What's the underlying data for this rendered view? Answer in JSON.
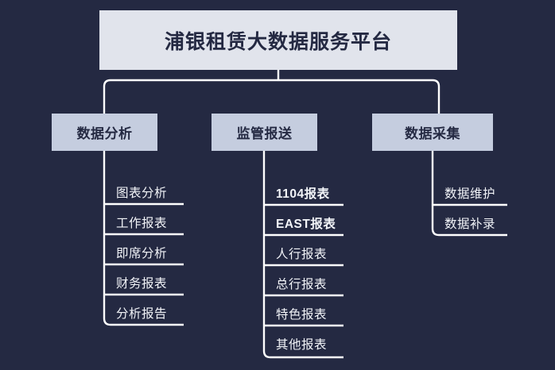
{
  "diagram": {
    "type": "organization-tree",
    "background_color": "#242942",
    "root_box_color": "#E1E4EC",
    "level2_box_color": "#C5CDDF",
    "connector_color": "#ffffff",
    "text_dark_color": "#242942",
    "leaf_text_color": "#F2F4F8",
    "root": {
      "label": "浦银租赁大数据服务平台"
    },
    "branches": [
      {
        "label": "数据分析",
        "leaves": [
          {
            "label": "图表分析",
            "bold": false
          },
          {
            "label": "工作报表",
            "bold": false
          },
          {
            "label": "即席分析",
            "bold": false
          },
          {
            "label": "财务报表",
            "bold": false
          },
          {
            "label": "分析报告",
            "bold": false
          }
        ]
      },
      {
        "label": "监管报送",
        "leaves": [
          {
            "label": "1104报表",
            "bold": true
          },
          {
            "label": "EAST报表",
            "bold": true
          },
          {
            "label": "人行报表",
            "bold": false
          },
          {
            "label": "总行报表",
            "bold": false
          },
          {
            "label": "特色报表",
            "bold": false
          },
          {
            "label": "其他报表",
            "bold": false
          }
        ]
      },
      {
        "label": "数据采集",
        "leaves": [
          {
            "label": "数据维护",
            "bold": false
          },
          {
            "label": "数据补录",
            "bold": false
          }
        ]
      }
    ]
  }
}
